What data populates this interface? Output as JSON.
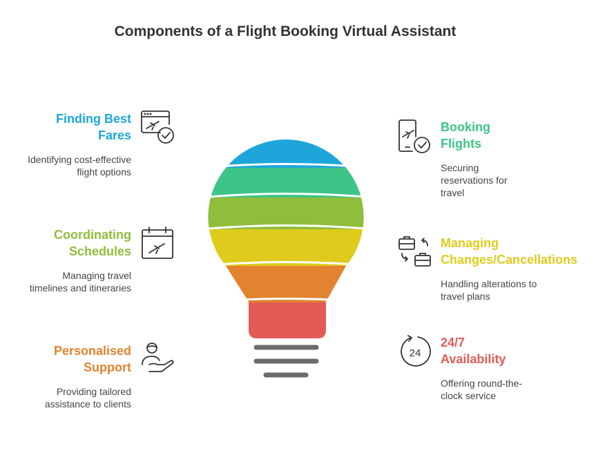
{
  "title": "Components of a Flight Booking Virtual Assistant",
  "colors": {
    "blue": "#1ea6da",
    "green": "#3ec487",
    "olive": "#8fbd3c",
    "yellow": "#dfcb1c",
    "orange": "#e2832f",
    "red": "#e35a56",
    "base": "#6b6b6b"
  },
  "components": {
    "finding_best_fares": {
      "heading": "Finding Best Fares",
      "description": "Identifying cost-effective flight options",
      "icon": "flight-screen-check-icon"
    },
    "coordinating_schedules": {
      "heading": "Coordinating Schedules",
      "description": "Managing travel timelines and itineraries",
      "icon": "calendar-plane-icon"
    },
    "personalised_support": {
      "heading": "Personalised Support",
      "description": "Providing tailored assistance to clients",
      "icon": "person-hand-icon"
    },
    "booking_flights": {
      "heading": "Booking Flights",
      "description": "Securing reservations for travel",
      "icon": "phone-plane-check-icon"
    },
    "managing_changes": {
      "heading": "Managing Changes/Cancellations",
      "description": "Handling alterations to travel plans",
      "icon": "briefcase-swap-icon"
    },
    "availability": {
      "heading": "24/7 Availability",
      "description": "Offering round-the-clock service",
      "icon": "clock-24-icon"
    }
  }
}
